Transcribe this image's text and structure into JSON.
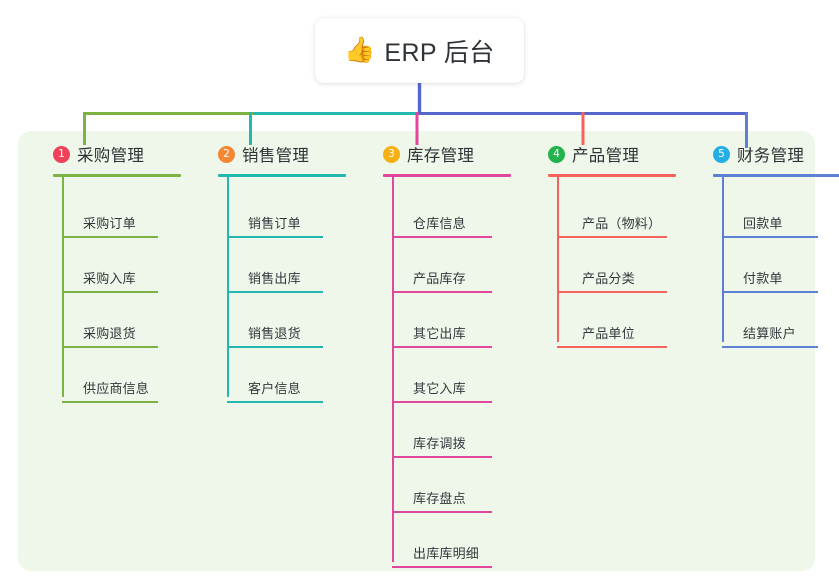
{
  "root": {
    "icon": "thumbs-up-icon",
    "icon_glyph": "👍",
    "title": "ERP 后台"
  },
  "theme": {
    "page_background": "#ffffff",
    "panel_background": "#eef7e9",
    "root_card_background": "#ffffff",
    "text_color": "#2f3337",
    "trunk_color": "#5566cc"
  },
  "columns": [
    {
      "index": "1",
      "title": "采购管理",
      "badge_color": "#ef4158",
      "line_color": "#7cb342",
      "items": [
        {
          "label": "采购订单"
        },
        {
          "label": "采购入库"
        },
        {
          "label": "采购退货"
        },
        {
          "label": "供应商信息"
        }
      ]
    },
    {
      "index": "2",
      "title": "销售管理",
      "badge_color": "#f58634",
      "line_color": "#22b8b0",
      "items": [
        {
          "label": "销售订单"
        },
        {
          "label": "销售出库"
        },
        {
          "label": "销售退货"
        },
        {
          "label": "客户信息"
        }
      ]
    },
    {
      "index": "3",
      "title": "库存管理",
      "badge_color": "#f5b014",
      "line_color": "#e1479b",
      "items": [
        {
          "label": "仓库信息"
        },
        {
          "label": "产品库存"
        },
        {
          "label": "其它出库"
        },
        {
          "label": "其它入库"
        },
        {
          "label": "库存调拨"
        },
        {
          "label": "库存盘点"
        },
        {
          "label": "出库库明细"
        }
      ]
    },
    {
      "index": "4",
      "title": "产品管理",
      "badge_color": "#23b24b",
      "line_color": "#f4645c",
      "items": [
        {
          "label": "产品（物料）"
        },
        {
          "label": "产品分类"
        },
        {
          "label": "产品单位"
        }
      ]
    },
    {
      "index": "5",
      "title": "财务管理",
      "badge_color": "#23aee5",
      "line_color": "#5d7fd4",
      "items": [
        {
          "label": "回款单"
        },
        {
          "label": "付款单"
        },
        {
          "label": "结算账户"
        }
      ]
    }
  ]
}
